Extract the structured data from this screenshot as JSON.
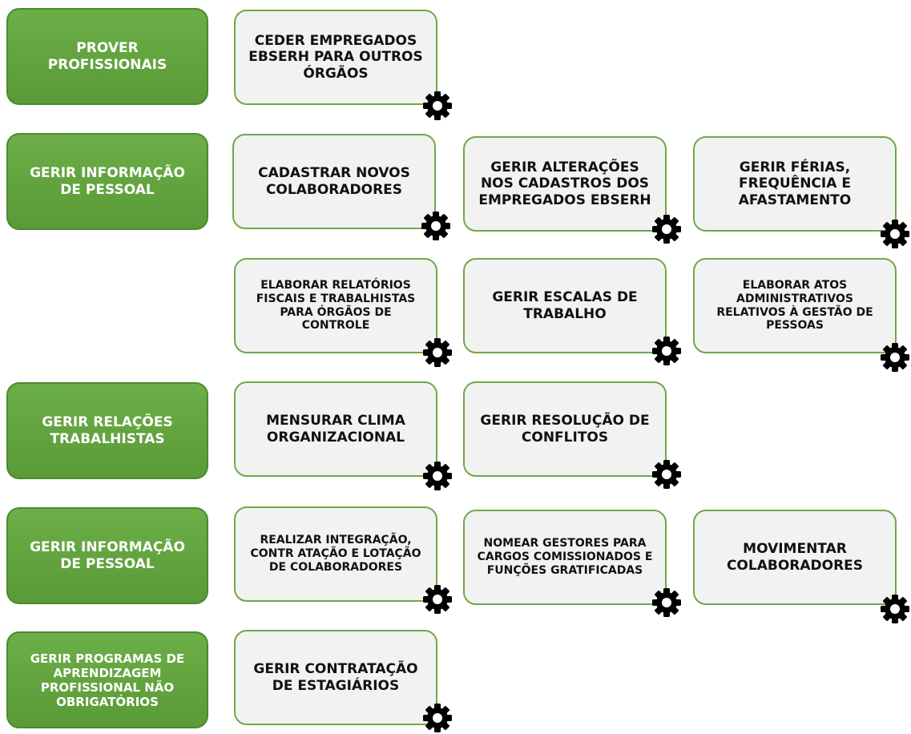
{
  "groups": [
    {
      "label": "PROVER PROFISSIONAIS"
    },
    {
      "label": "GERIR INFORMAÇÃO DE PESSOAL"
    },
    {
      "label": "GERIR RELAÇÕES TRABALHISTAS"
    },
    {
      "label": "GERIR INFORMAÇÃO DE PESSOAL"
    },
    {
      "label": "GERIR PROGRAMAS DE APRENDIZAGEM PROFISSIONAL NÃO OBRIGATÓRIOS"
    }
  ],
  "processes": [
    {
      "label": "CEDER EMPREGADOS EBSERH PARA OUTROS ÓRGÃOS"
    },
    {
      "label": "CADASTRAR NOVOS COLABORADORES"
    },
    {
      "label": "GERIR ALTERAÇÕES NOS CADASTROS DOS EMPREGADOS EBSERH"
    },
    {
      "label": "GERIR FÉRIAS, FREQUÊNCIA E AFASTAMENTO"
    },
    {
      "label": "ELABORAR RELATÓRIOS FISCAIS E TRABALHISTAS PARA ÓRGÃOS DE CONTROLE"
    },
    {
      "label": "GERIR ESCALAS DE TRABALHO"
    },
    {
      "label": "ELABORAR ATOS ADMINISTRATIVOS RELATIVOS À GESTÃO DE PESSOAS"
    },
    {
      "label": "MENSURAR CLIMA ORGANIZACIONAL"
    },
    {
      "label": "GERIR RESOLUÇÃO DE CONFLITOS"
    },
    {
      "label": "REALIZAR INTEGRAÇÃO, CONTR ATAÇÃO E LOTAÇÃO DE COLABORADORES"
    },
    {
      "label": "NOMEAR GESTORES PARA CARGOS COMISSIONADOS E FUNÇÕES GRATIFICADAS"
    },
    {
      "label": "MOVIMENTAR COLABORADORES"
    },
    {
      "label": "GERIR CONTRATAÇÃO DE ESTAGIÁRIOS"
    }
  ],
  "icons": {
    "process": "gear-icon"
  },
  "colors": {
    "group_fill": "#5fa33d",
    "process_fill": "#f2f2f2",
    "border": "#70a848",
    "gear": "#000000"
  }
}
